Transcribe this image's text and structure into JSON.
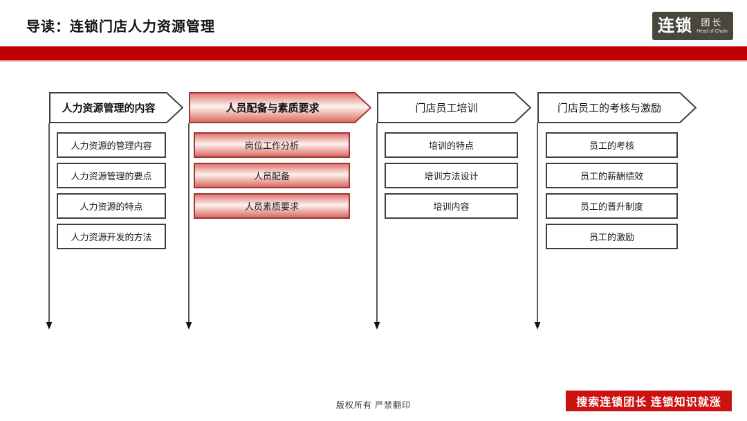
{
  "header": {
    "title": "导读：连锁门店人力资源管理",
    "logo": {
      "primary": "连锁",
      "secondary": "团长",
      "tagline": "Head of Chain"
    }
  },
  "columns": [
    {
      "header": "人力资源管理的内容",
      "highlighted": false,
      "items": [
        "人力资源的管理内容",
        "人力资源管理的要点",
        "人力资源的特点",
        "人力资源开发的方法"
      ]
    },
    {
      "header": "人员配备与素质要求",
      "highlighted": true,
      "items": [
        "岗位工作分析",
        "人员配备",
        "人员素质要求"
      ]
    },
    {
      "header": "门店员工培训",
      "highlighted": false,
      "items": [
        "培训的特点",
        "培训方法设计",
        "培训内容"
      ]
    },
    {
      "header": "门店员工的考核与激励",
      "highlighted": false,
      "items": [
        "员工的考核",
        "员工的薪酬绩效",
        "员工的晋升制度",
        "员工的激励"
      ]
    }
  ],
  "footer": {
    "copyright": "版权所有 严禁翻印",
    "promo": "搜索连锁团长 连锁知识就涨"
  },
  "colors": {
    "accent_red": "#c00000",
    "promo_red": "#cc1111",
    "highlight_border": "#9c3936",
    "highlight_fill_top": "#e0776f",
    "highlight_fill_mid": "#fdf1ef",
    "highlight_fill_bottom": "#d8695f"
  }
}
